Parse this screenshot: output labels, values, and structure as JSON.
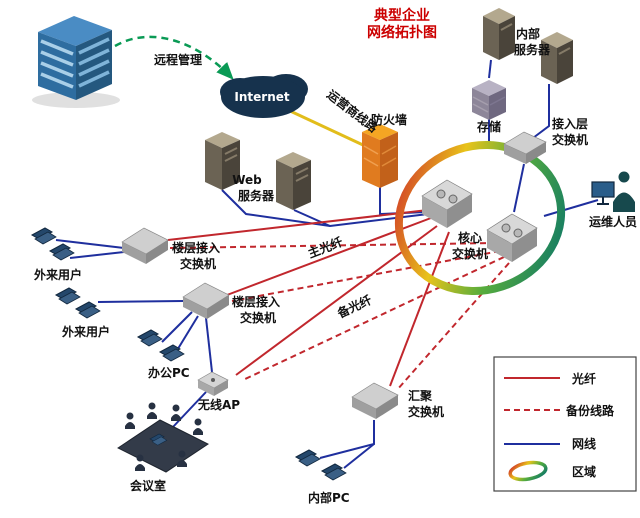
{
  "title": {
    "line1": "典型企业",
    "line2": "网络拓扑图"
  },
  "nodes": {
    "remote_management": {
      "label": "远程管理"
    },
    "internet": {
      "label": "Internet"
    },
    "carrier_line": {
      "label": "运营商线路"
    },
    "firewall": {
      "label": "防火墙"
    },
    "web_server": {
      "line1": "Web",
      "line2": "服务器"
    },
    "internal_server": {
      "line1": "内部",
      "line2": "服务器"
    },
    "storage": {
      "label": "存储"
    },
    "access_switch": {
      "line1": "接入层",
      "line2": "交换机"
    },
    "ops_staff": {
      "label": "运维人员"
    },
    "core_switch": {
      "line1": "核心",
      "line2": "交换机"
    },
    "floor_switch_1": {
      "line1": "楼层接入",
      "line2": "交换机"
    },
    "floor_switch_2": {
      "line1": "楼层接入",
      "line2": "交换机"
    },
    "external_users_1": {
      "label": "外来用户"
    },
    "external_users_2": {
      "label": "外来用户"
    },
    "office_pc": {
      "label": "办公PC"
    },
    "wireless_ap": {
      "label": "无线AP"
    },
    "meeting_room": {
      "label": "会议室"
    },
    "aggregation_switch": {
      "line1": "汇聚",
      "line2": "交换机"
    },
    "internal_pc": {
      "label": "内部PC"
    }
  },
  "link_labels": {
    "main_fiber": "主光纤",
    "backup_fiber": "备光纤"
  },
  "legend": {
    "items": [
      {
        "label": "光纤",
        "style": "solid-red"
      },
      {
        "label": "备份线路",
        "style": "dashed-red"
      },
      {
        "label": "网线",
        "style": "solid-blue"
      },
      {
        "label": "区域",
        "style": "zone-ellipse"
      }
    ]
  },
  "colors": {
    "fiber": "#c1272d",
    "backup_line": "#c1272d",
    "network_cable": "#1f2f9e",
    "carrier_line": "#e2bd1b",
    "remote_arrow": "#0a9a55",
    "title": "#cc0000",
    "zone_ring": [
      "#d23c28",
      "#e8c31a",
      "#58ad3c",
      "#117a66"
    ]
  }
}
